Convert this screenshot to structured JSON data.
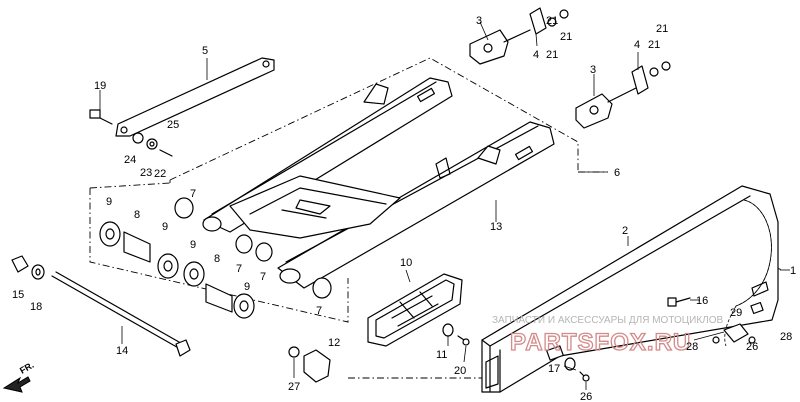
{
  "diagram": {
    "front_marker": "FR.",
    "watermark": {
      "caption": "ЗАПЧАСТИ И АКСЕССУАРЫ ДЛЯ МОТОЦИКЛОВ",
      "brand": "PARTSFOX.RU"
    },
    "callouts": [
      {
        "id": "c1",
        "label": "1"
      },
      {
        "id": "c2",
        "label": "2"
      },
      {
        "id": "c3a",
        "label": "3"
      },
      {
        "id": "c3b",
        "label": "3"
      },
      {
        "id": "c4a",
        "label": "4"
      },
      {
        "id": "c4b",
        "label": "4"
      },
      {
        "id": "c5",
        "label": "5"
      },
      {
        "id": "c6",
        "label": "6"
      },
      {
        "id": "c7a",
        "label": "7"
      },
      {
        "id": "c7b",
        "label": "7"
      },
      {
        "id": "c7c",
        "label": "7"
      },
      {
        "id": "c7d",
        "label": "7"
      },
      {
        "id": "c8a",
        "label": "8"
      },
      {
        "id": "c8b",
        "label": "8"
      },
      {
        "id": "c9a",
        "label": "9"
      },
      {
        "id": "c9b",
        "label": "9"
      },
      {
        "id": "c9c",
        "label": "9"
      },
      {
        "id": "c9d",
        "label": "9"
      },
      {
        "id": "c10",
        "label": "10"
      },
      {
        "id": "c11",
        "label": "11"
      },
      {
        "id": "c12",
        "label": "12"
      },
      {
        "id": "c13",
        "label": "13"
      },
      {
        "id": "c14",
        "label": "14"
      },
      {
        "id": "c15",
        "label": "15"
      },
      {
        "id": "c16",
        "label": "16"
      },
      {
        "id": "c17",
        "label": "17"
      },
      {
        "id": "c18",
        "label": "18"
      },
      {
        "id": "c19",
        "label": "19"
      },
      {
        "id": "c20",
        "label": "20"
      },
      {
        "id": "c21a",
        "label": "21"
      },
      {
        "id": "c21b",
        "label": "21"
      },
      {
        "id": "c21c",
        "label": "21"
      },
      {
        "id": "c21d",
        "label": "21"
      },
      {
        "id": "c22",
        "label": "22"
      },
      {
        "id": "c23",
        "label": "23"
      },
      {
        "id": "c24",
        "label": "24"
      },
      {
        "id": "c25",
        "label": "25"
      },
      {
        "id": "c26",
        "label": "26"
      },
      {
        "id": "c27",
        "label": "27"
      },
      {
        "id": "c28a",
        "label": "28"
      },
      {
        "id": "c28b",
        "label": "28"
      },
      {
        "id": "c29",
        "label": "29"
      }
    ]
  }
}
